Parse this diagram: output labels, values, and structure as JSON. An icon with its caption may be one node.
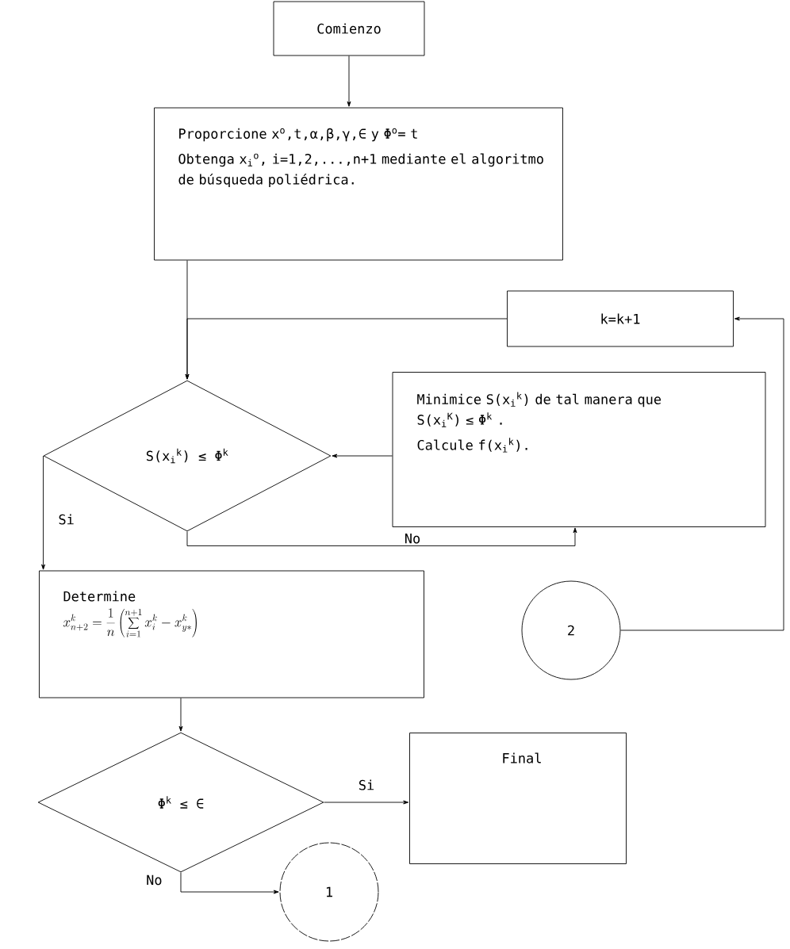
{
  "diagram": {
    "nodes": [
      {
        "text": [
          "Comienzo"
        ]
      },
      {
        "text": [
          "Proporcione x$^{o}$,t,α,β,γ,∈  y Φ$^{o}$= t",
          "Obtenga x$_{i}$$^{o}$, i=1,2,...,n+1 mediante el algoritmo de búsqueda poliédrica."
        ]
      },
      {
        "text": [
          "k=k+1"
        ]
      },
      {
        "text": [
          "S(x$_{i}$$^{k}$) ≤ Φ$^{k}$"
        ]
      },
      {
        "text": [
          "Minimice S(x$_{i}$$^{k}$) de tal manera que S(x$_{i}$$^{K}$) ≤ Φ$^{k}$ .",
          "Calcule f(x$_{i}$$^{k}$)."
        ]
      },
      {
        "text": [
          "Determine",
          "x_{n+2}^{k} = \\frac{1}{n}\\left(\\sum_{i=1}^{n+1} x_{i}^{k} - x_{y*}^{k}\\right)"
        ]
      },
      {
        "text": [
          "Φ$^{k}$ ≤ ∈"
        ]
      },
      {
        "text": [
          "Final"
        ]
      },
      {
        "text": [
          "2"
        ]
      },
      {
        "text": [
          "1"
        ]
      }
    ],
    "edges": [
      {
        "from": 0,
        "to": 1,
        "arrow": "to"
      },
      {
        "from": 1,
        "to": 3,
        "arrow": "to"
      },
      {
        "from": 2,
        "to": 3,
        "arrow": "to"
      },
      {
        "from": 4,
        "to": 3,
        "arrow": "to"
      },
      {
        "from": 3,
        "to": 4,
        "arrow": "to",
        "label": "No"
      },
      {
        "from": 3,
        "to": 5,
        "arrow": "to",
        "label": "Si"
      },
      {
        "from": 5,
        "to": 6,
        "arrow": "to"
      },
      {
        "from": 6,
        "to": 7,
        "arrow": "to",
        "label": "Si"
      },
      {
        "from": 6,
        "to": 9,
        "arrow": "to",
        "label": "No"
      },
      {
        "from": 8,
        "to": 2,
        "arrow": "to"
      }
    ]
  }
}
